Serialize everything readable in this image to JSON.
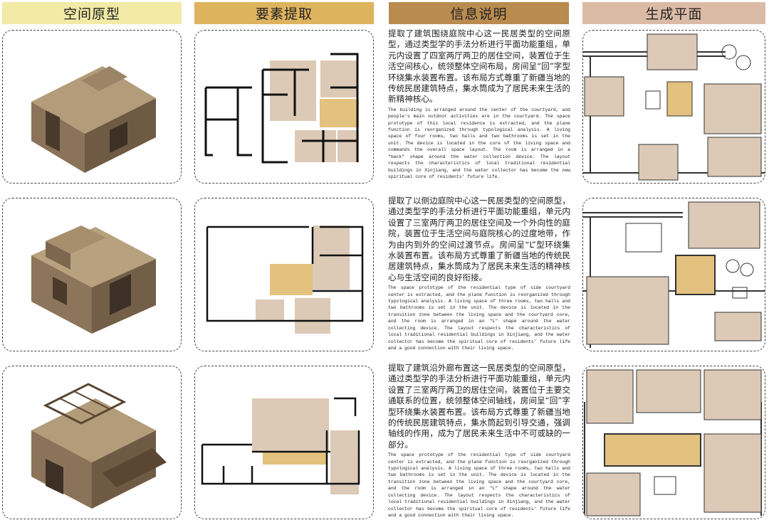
{
  "headers": {
    "prototype": "空间原型",
    "extraction": "要素提取",
    "description": "信息说明",
    "plan": "生成平面"
  },
  "colors": {
    "prototype": "#f2eaa6",
    "extraction": "#ddb35e",
    "description": "#b98b4f",
    "plan": "#dcbba6",
    "room": "#dcc9b6",
    "core": "#e3c17e"
  },
  "rows": [
    {
      "cn": "提取了建筑围绕庭院中心这一民居类型的空间原型，通过类型学的手法分析进行平面功能重组，单元内设置了四室两厅两卫的居住空间，装置位于生活空间核心，统领整体空间布局，房间呈“回”字型环绕集水装置布置。该布局方式尊重了新疆当地的传统民居建筑特点，集水筒成为了居民未来生活的新精神核心。",
      "en": "The building is arranged around the center of the courtyard, and people's main outdoor activities are in the courtyard. The space prototype of this local residence is extracted, and the plane function is reorganized through typological analysis. A living space of four rooms, two halls and two bathrooms is set in the unit. The device is located in the core of the living space and commands the overall space layout. The room is arranged in a \"back\" shape around the water collection device. The layout respects the characteristics of local traditional residential buildings in Xinjiang, and the water collector has become the new spiritual core of residents' future life."
    },
    {
      "cn": "提取了以侧边庭院中心这一民居类型的空间原型，通过类型学的手法分析进行平面功能重组，单元内设置了三室两厅两卫的居住空间及一个外向性的庭院，装置位于生活空间与庭院核心的过度地带，作为由内到外的空间过渡节点。房间呈“L”型环绕集水装置布置。该布局方式尊重了新疆当地的传统民居建筑特点，集水筒成为了居民未来生活的精神核心与生活空间的良好衔接。",
      "en": "The space prototype of the residential type of side courtyard center is extracted, and the plane function is reorganized through typological analysis. A living space of three rooms, two halls and two bathrooms is set in the unit. The device is located in the transition zone between the living space and the courtyard core, and the room is arranged in an \"L\" shape around the water collecting device. The layout respects the characteristics of local traditional residential buildings in Xinjiang, and the water collector has become the spiritual core of residents' future life and a good connection with their living space."
    },
    {
      "cn": "提取了建筑沿外廊布置这一民居类型的空间原型，通过类型学的手法分析进行平面功能重组，单元内设置了三室两厅两卫的居住空间，装置位于主要交通联系的位置，统领整体空间轴线，房间呈“回”字型环绕集水装置布置。该布局方式尊重了新疆当地的传统民居建筑特点，集水筒起到引导交通，强调轴线的作用，成为了居民未来生活中不可或缺的一部分。",
      "en": "The space prototype of the residential type of side courtyard center is extracted, and the plane function is reorganized through typological analysis. A living space of three rooms, two halls and two bathrooms is set in the unit. The device is located in the transition zone between the living space and the courtyard core, and the room is arranged in an \"L\" shape around the water collecting device. The layout respects the characteristics of local traditional residential buildings in Xinjiang, and the water collector has become the spiritual core of residents' future life and a good connection with their living space."
    }
  ]
}
